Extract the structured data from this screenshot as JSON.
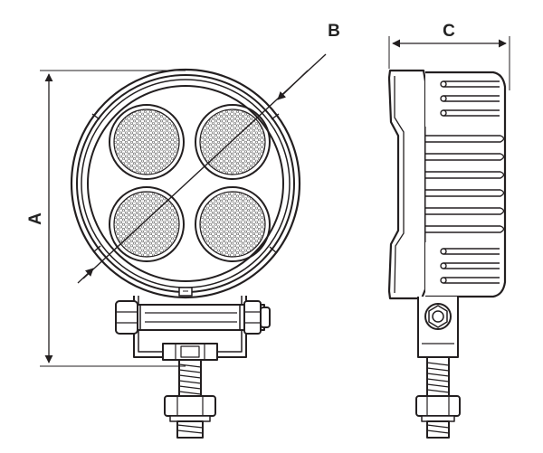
{
  "dimensions": {
    "a_label": "A",
    "b_label": "B",
    "c_label": "C"
  },
  "colors": {
    "line": "#231f20",
    "lens_pattern": "#5a5a5a",
    "background": "#ffffff"
  },
  "icons": {
    "front_view": "round-led-work-light-front",
    "side_view": "round-led-work-light-side-heatsink"
  }
}
